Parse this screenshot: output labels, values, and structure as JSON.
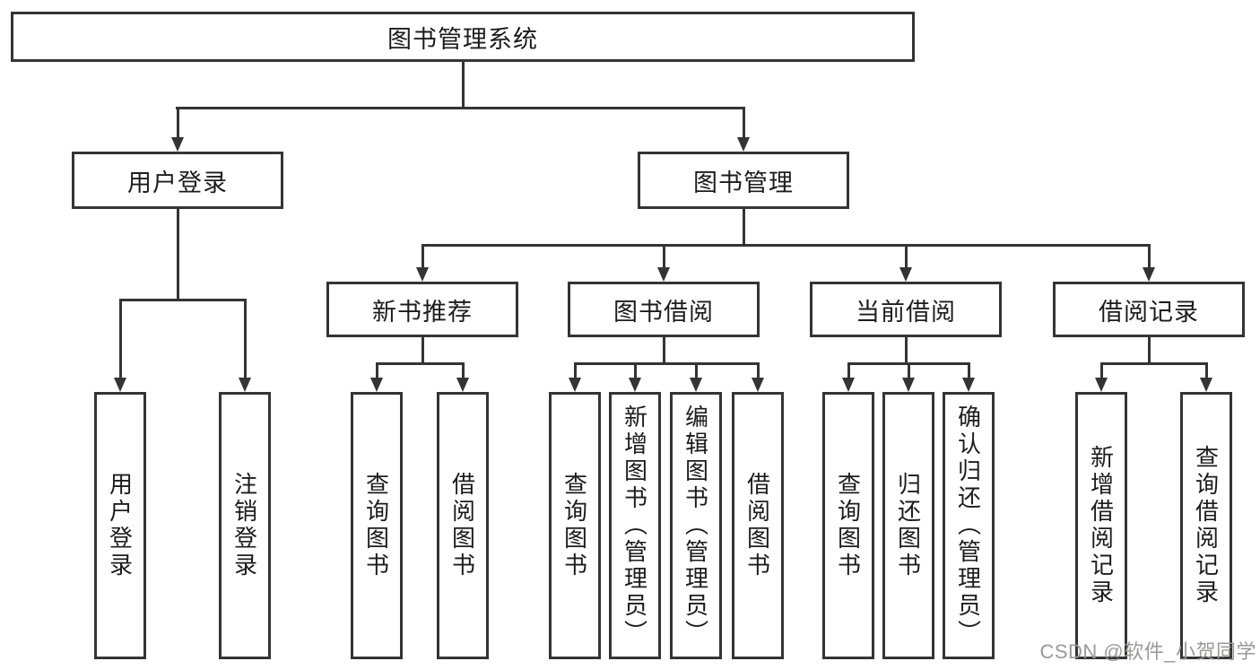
{
  "colors": {
    "background": "#ffffff",
    "line": "#343434",
    "box_border": "#343434",
    "text": "#1c1c1c",
    "watermark": "#9c9898"
  },
  "nodes": {
    "root": "图书管理系统",
    "level2": {
      "user_login": "用户登录",
      "book_mgmt": "图书管理"
    },
    "level3": {
      "new_book_rec": "新书推荐",
      "book_borrow": "图书借阅",
      "current_borrow": "当前借阅",
      "borrow_record": "借阅记录"
    },
    "leaves": {
      "user_login": [
        "用户登录",
        "注销登录"
      ],
      "new_book_rec": [
        "查询图书",
        "借阅图书"
      ],
      "book_borrow": [
        "查询图书",
        "新增图书（管理员）",
        "编辑图书（管理员）",
        "借阅图书"
      ],
      "current_borrow": [
        "查询图书",
        "归还图书",
        "确认归还（管理员）"
      ],
      "borrow_record": [
        "新增借阅记录",
        "查询借阅记录"
      ]
    }
  },
  "watermark": "CSDN @软件_小贺同学"
}
